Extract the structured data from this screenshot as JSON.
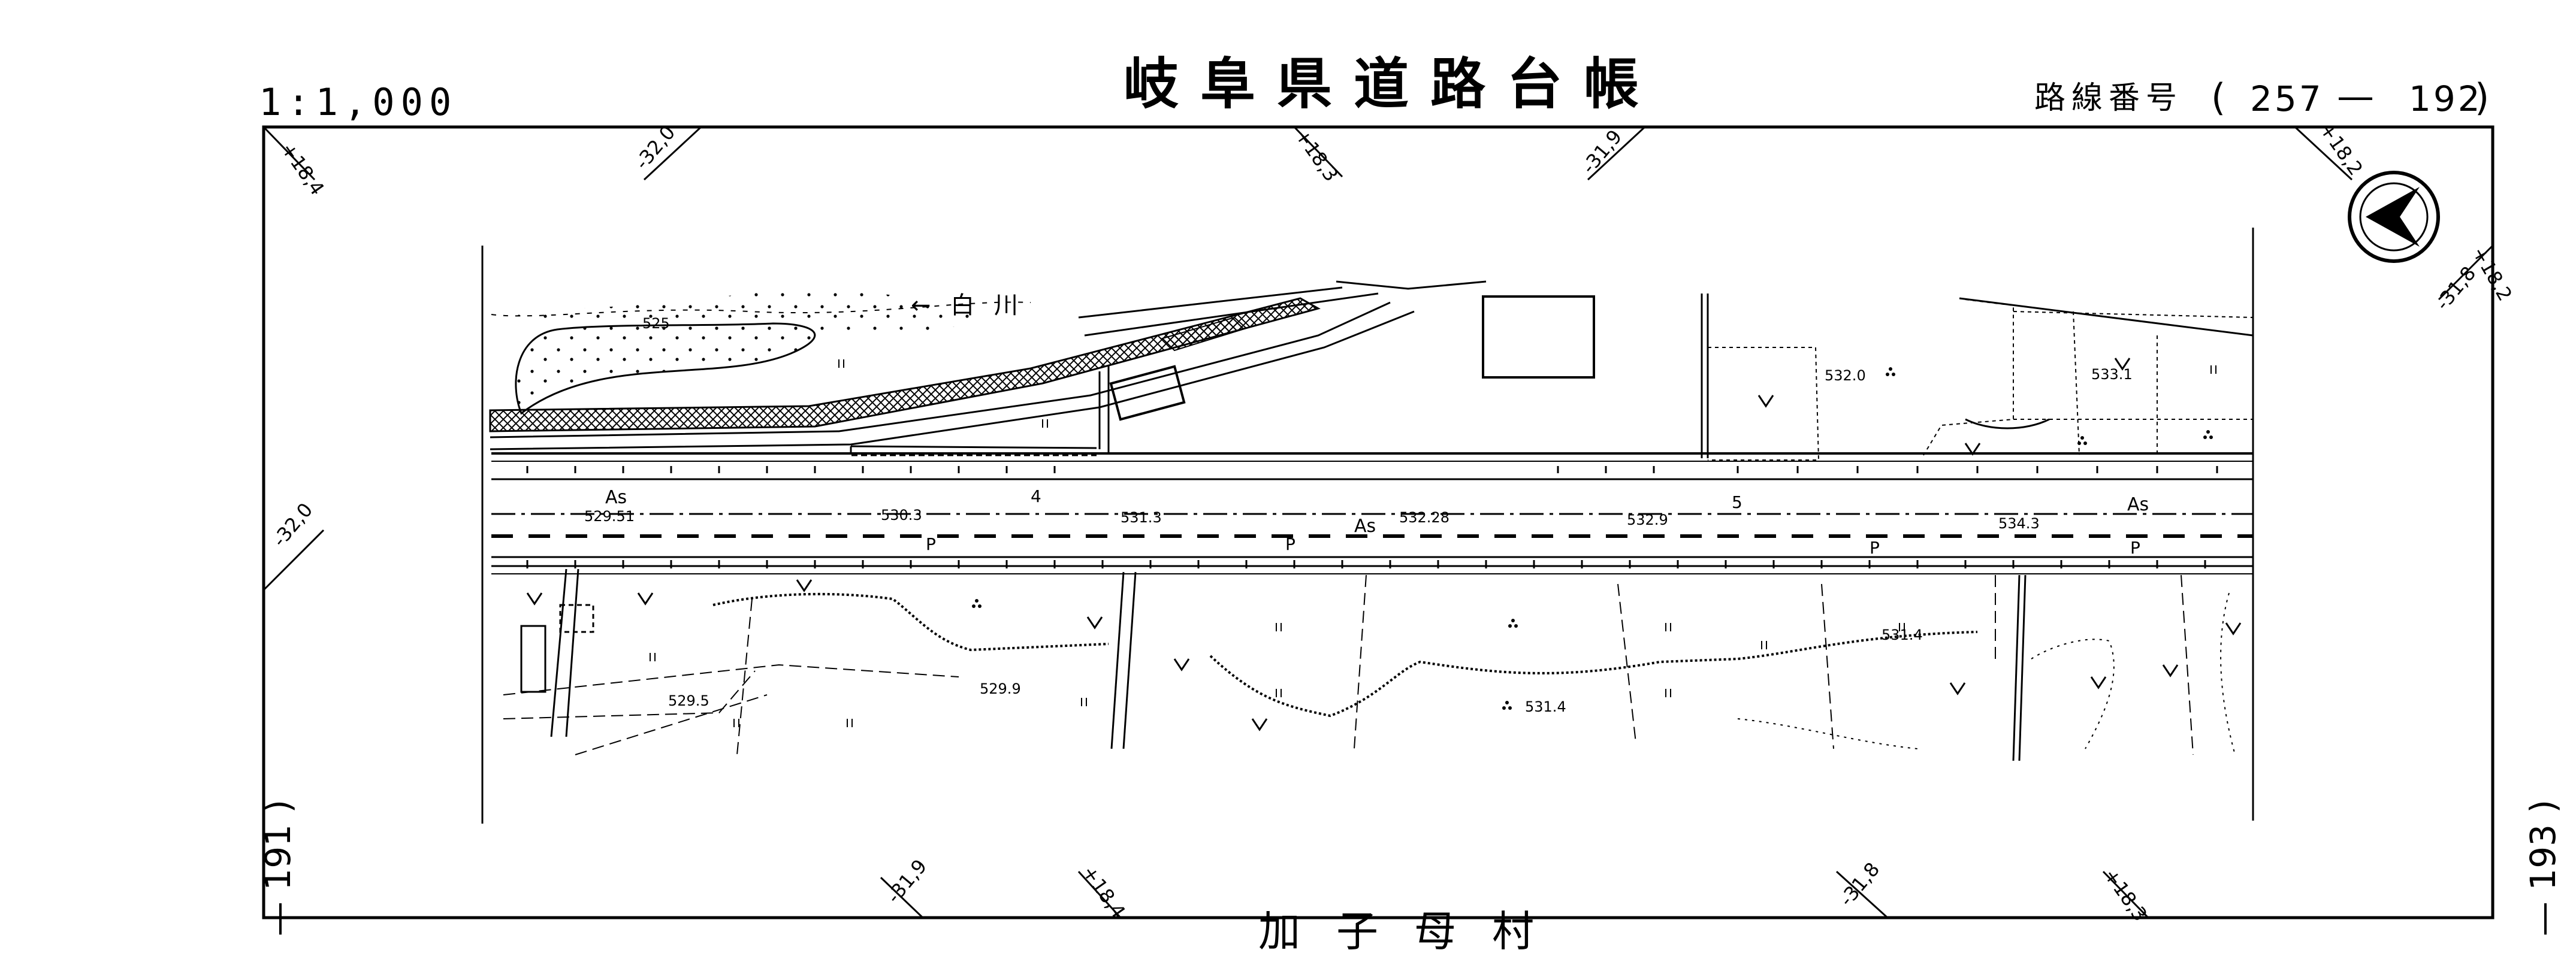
{
  "header": {
    "scale": "1:1,000",
    "title": "岐阜県道路台帳",
    "route_label": "路線番号",
    "route_open": "(",
    "route_number_a": "257",
    "route_dash": "—",
    "route_number_b": "192",
    "route_close": ")"
  },
  "sheets": {
    "left": "— 191 )",
    "right": "— 193 )"
  },
  "footer": {
    "municipality": "加子母村"
  },
  "grid_labels": {
    "top": [
      "+18,4",
      "-32,0",
      "+18,3",
      "-31,9",
      "+18,2"
    ],
    "right": [
      "-31,8",
      "+18,2"
    ],
    "left": [
      "-32,0"
    ],
    "bottom": [
      "-31,9",
      "+18,4",
      "-31,8",
      "+18,3"
    ]
  },
  "map": {
    "river": "← 白 川",
    "surface_left": "As",
    "surface_mid": "As",
    "surface_right": "As",
    "pole_label": "P",
    "km_post_4": "4",
    "km_post_5": "5",
    "elevations_road": [
      "529.51",
      "530.3",
      "531.3",
      "532.28",
      "532.9",
      "534.3"
    ],
    "elevations_field": [
      "525",
      "532.0",
      "533.1",
      "529.5",
      "529.9",
      "531.4",
      "531.4"
    ]
  },
  "colors": {
    "ink": "#000000",
    "paper": "#ffffff"
  },
  "icons": {
    "north_arrow": "north-arrow-icon"
  }
}
